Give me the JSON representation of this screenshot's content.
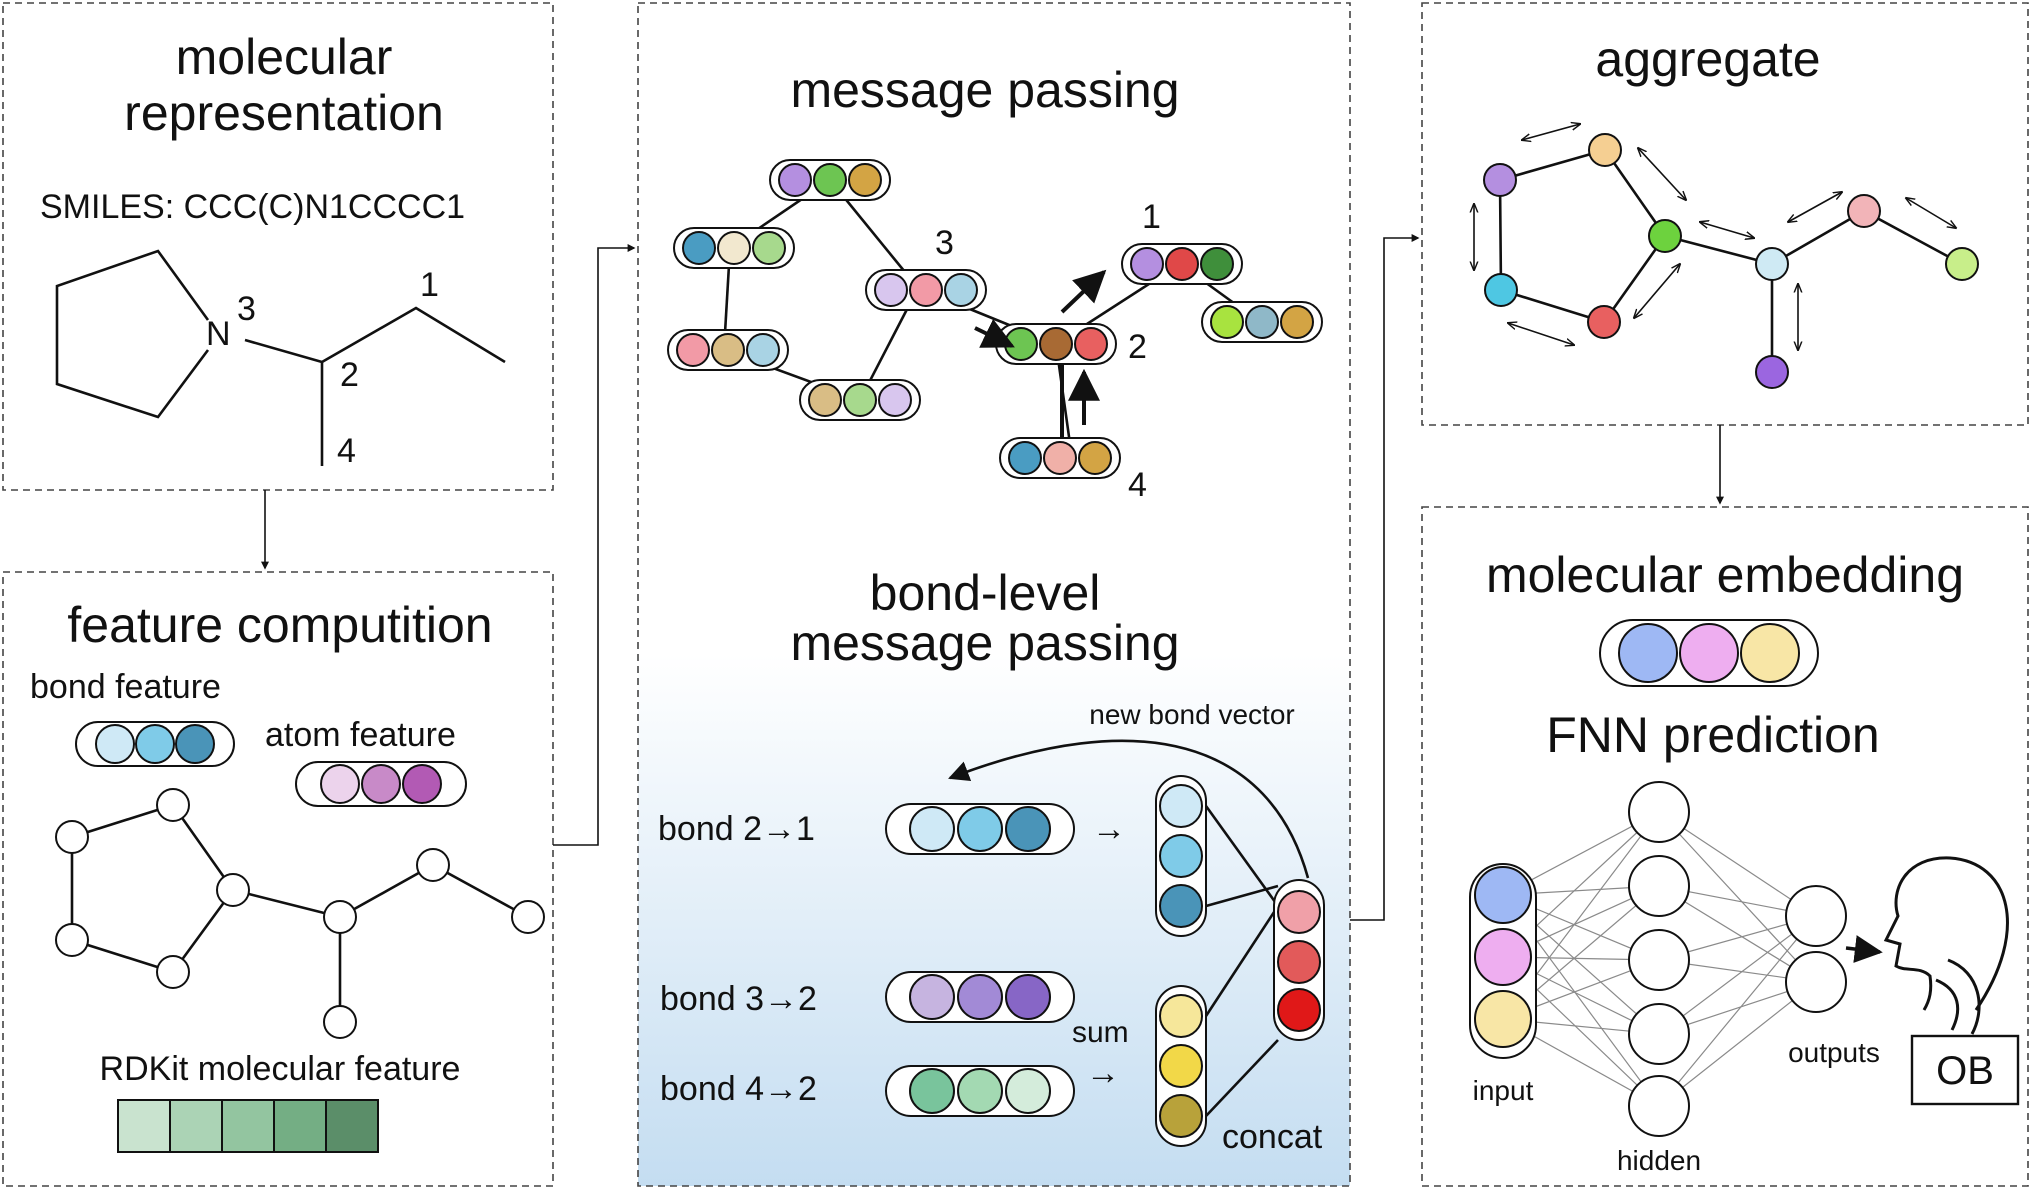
{
  "molecular_representation": {
    "title_line1": "molecular",
    "title_line2": "representation",
    "smiles": "SMILES: CCC(C)N1CCCC1",
    "atom_N": "N",
    "num_3": "3",
    "num_2": "2",
    "num_1": "1",
    "num_4": "4"
  },
  "feature_computation": {
    "title": "feature computition",
    "bond_feature": "bond feature",
    "atom_feature": "atom feature",
    "rdkit": "RDKit molecular feature",
    "rdkit_colors": [
      "#c9e3cf",
      "#abd3b5",
      "#93c5a0",
      "#74ae84",
      "#5b8e69"
    ]
  },
  "message_passing": {
    "title": "message passing",
    "num_3": "3",
    "num_1": "1",
    "num_2": "2",
    "num_4": "4"
  },
  "bond_level": {
    "title_line1": "bond-level",
    "title_line2": "message passing",
    "new_bond_vector": "new bond vector",
    "bond_21": "bond 2→1",
    "bond_32": "bond 3→2",
    "bond_42": "bond 4→2",
    "sum": "sum",
    "concat": "concat",
    "arrow": "→"
  },
  "aggregate": {
    "title": "aggregate"
  },
  "embedding": {
    "title": "molecular embedding",
    "fnn": "FNN prediction",
    "input": "input",
    "hidden": "hidden",
    "outputs": "outputs",
    "ob": "OB"
  },
  "colors": {
    "purple": "#b48fe0",
    "green": "#6dc552",
    "gold": "#d3a444",
    "blue": "#4a9cc2",
    "cream": "#f2e8cf",
    "lightgreen": "#a7d98d",
    "lavender": "#d8c6ee",
    "pink": "#f29aa6",
    "lightblue": "#a9d3e4",
    "tan": "#d9bd85",
    "brown": "#a86a34",
    "red": "#e86060",
    "darkgreen": "#3f8f3b",
    "lime": "#a8e33f",
    "teal": "#8fb8c8",
    "gradient_bottom": "#c7dff2"
  }
}
